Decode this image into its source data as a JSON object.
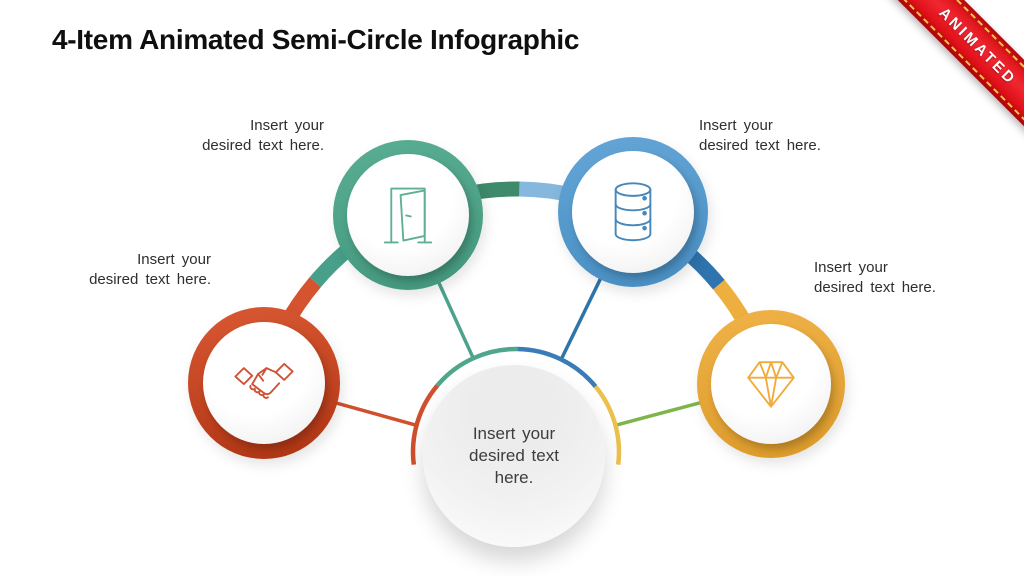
{
  "slide": {
    "title": "4-Item Animated Semi-Circle Infographic",
    "ribbon": {
      "label": "ANIMATED",
      "color": "#e11b22",
      "stitch_color": "#ffd557"
    },
    "center": {
      "text": "Insert your\ndesired text\nhere."
    },
    "items": [
      {
        "id": "handshake",
        "icon": "handshake-icon",
        "color": "#cb4628",
        "label": "Insert your\ndesired text here."
      },
      {
        "id": "door",
        "icon": "door-icon",
        "color": "#4da28b",
        "label": "Insert your\ndesired text here."
      },
      {
        "id": "database",
        "icon": "database-icon",
        "color": "#5598cc",
        "label": "Insert your\ndesired text here."
      },
      {
        "id": "diamond",
        "icon": "diamond-icon",
        "color": "#e7a93b",
        "label": "Insert your\ndesired text here."
      }
    ],
    "icon_colors": {
      "handshake": "#d05033",
      "door": "#5fae97",
      "database": "#4787ba",
      "diamond": "#f0ab3a"
    },
    "connector_colors": {
      "red": "#d5532f",
      "teal": "#48a08a",
      "teal_dark": "#3e8a6b",
      "blue_light": "#85b8dc",
      "blue_dark": "#2f74ae",
      "yellow": "#edaf3e"
    },
    "spoke_colors": {
      "red": "#d0502e",
      "teal": "#4da28b",
      "blue": "#2e74a8",
      "green": "#7db54a"
    },
    "inner_ring_colors": {
      "red": "#d0502e",
      "teal": "#4fa68c",
      "blue": "#3a7cb5",
      "yellow": "#ecc04c"
    }
  }
}
